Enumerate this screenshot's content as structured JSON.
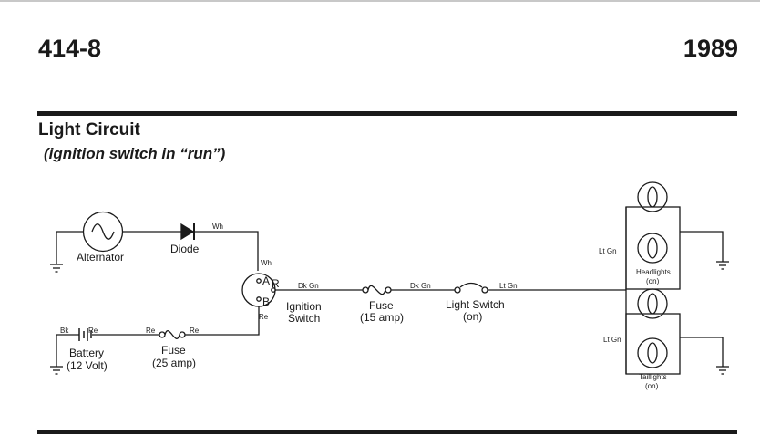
{
  "header": {
    "model": "414-8",
    "year": "1989"
  },
  "section": {
    "title": "Light Circuit",
    "subtitle": "(ignition switch in “run”)"
  },
  "components": {
    "alternator": "Alternator",
    "diode": "Diode",
    "battery": "Battery",
    "battery_rating": "(12 Volt)",
    "fuse_main": "Fuse",
    "fuse_main_rating": "(25 amp)",
    "ignition_label": "Ignition",
    "ignition_label2": "Switch",
    "ign_term_a": "A",
    "ign_term_b": "B",
    "ign_term_r": "R",
    "fuse_light": "Fuse",
    "fuse_light_rating": "(15 amp)",
    "light_switch": "Light Switch",
    "light_switch_state": "(on)",
    "headlights": "Headlights",
    "headlights_state": "(on)",
    "taillights": "Taillights",
    "taillights_state": "(on)"
  },
  "wires": {
    "wh_diode": "Wh",
    "wh_switch": "Wh",
    "bk": "Bk",
    "re_battery": "Re",
    "re_fuse_in": "Re",
    "re_fuse_out": "Re",
    "re_switch": "Re",
    "dkgn_1": "Dk Gn",
    "dkgn_2": "Dk Gn",
    "ltgn_1": "Lt Gn",
    "ltgn_head": "Lt Gn",
    "ltgn_tail": "Lt Gn"
  }
}
